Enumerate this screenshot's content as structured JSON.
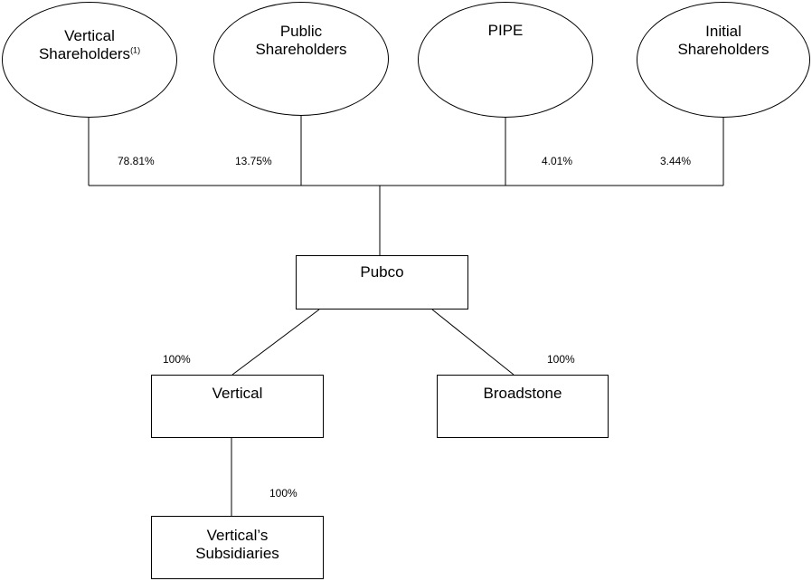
{
  "shareholders": [
    {
      "line1": "Vertical",
      "line2": "Shareholders",
      "note": "(1)",
      "pct": "78.81%"
    },
    {
      "line1": "Public",
      "line2": "Shareholders",
      "note": "",
      "pct": "13.75%"
    },
    {
      "line1": "PIPE",
      "line2": "",
      "note": "",
      "pct": "4.01%"
    },
    {
      "line1": "Initial",
      "line2": "Shareholders",
      "note": "",
      "pct": "3.44%"
    }
  ],
  "pubco": {
    "label": "Pubco"
  },
  "vertical": {
    "label": "Vertical",
    "pct": "100%"
  },
  "broadstone": {
    "label": "Broadstone",
    "pct": "100%"
  },
  "subsidiaries": {
    "line1": "Vertical’s",
    "line2": "Subsidiaries",
    "pct": "100%"
  }
}
